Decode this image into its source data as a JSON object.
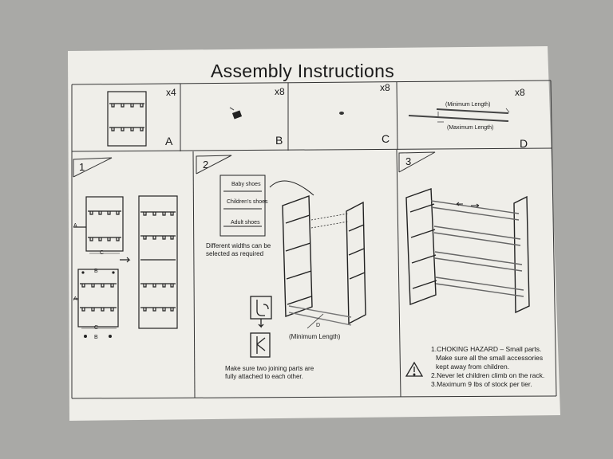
{
  "title": "Assembly Instructions",
  "parts": [
    {
      "qty": "x4",
      "letter": "A"
    },
    {
      "qty": "x8",
      "letter": "B"
    },
    {
      "qty": "x8",
      "letter": "C"
    },
    {
      "qty": "x8",
      "letter": "D"
    }
  ],
  "part_d_labels": {
    "min": "(Minimum Length)",
    "max": "(Maximum Length)"
  },
  "steps": [
    "1",
    "2",
    "3"
  ],
  "step1_labels": {
    "a": "A",
    "c": "C",
    "b": "B"
  },
  "step2": {
    "widths": [
      "Baby shoes",
      "Children's shoes",
      "Adult shoes"
    ],
    "widths_note": [
      "Different widths can be",
      "selected as required"
    ],
    "d_label": "D",
    "min_length": "(Minimum Length)",
    "join_note": [
      "Make sure two joining parts are",
      "fully attached  to each other."
    ]
  },
  "step3_warnings": [
    "1.CHOKING HAZARD – Small parts.",
    "Make sure all the small accessories",
    "kept away from children.",
    "2.Never let children climb on the rack.",
    "3.Maximum 9 lbs of stock per tier."
  ]
}
